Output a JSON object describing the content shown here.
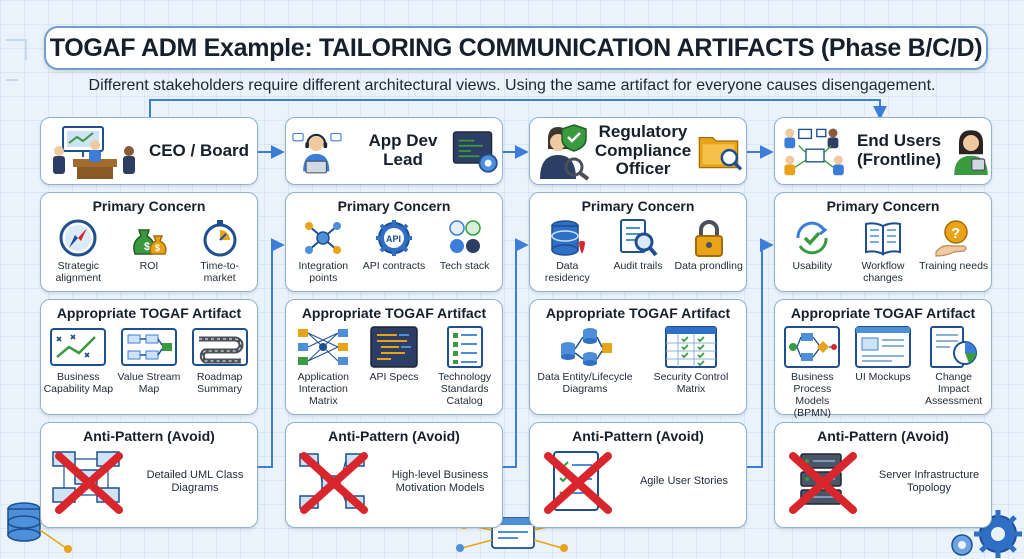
{
  "title": "TOGAF ADM Example: TAILORING COMMUNICATION ARTIFACTS (Phase B/C/D)",
  "subtitle": "Different stakeholders require different architectural views. Using the same artifact for everyone causes disengagement.",
  "section_labels": {
    "concern": "Primary Concern",
    "artifact": "Appropriate TOGAF Artifact",
    "anti": "Anti-Pattern (Avoid)"
  },
  "columns": [
    {
      "stakeholder": "CEO / Board",
      "stakeholder_icon": "boardroom-meeting-icon",
      "concerns": [
        {
          "label": "Strategic alignment",
          "icon": "compass-icon"
        },
        {
          "label": "ROI",
          "icon": "money-bags-icon"
        },
        {
          "label": "Time-to-market",
          "icon": "stopwatch-icon"
        }
      ],
      "artifacts": [
        {
          "label": "Business Capability Map",
          "icon": "capability-map-icon"
        },
        {
          "label": "Value Stream Map",
          "icon": "value-stream-icon"
        },
        {
          "label": "Roadmap Summary",
          "icon": "roadmap-icon"
        }
      ],
      "anti_pattern": {
        "label": "Detailed UML Class Diagrams",
        "icon": "crossed-uml-icon"
      }
    },
    {
      "stakeholder": "App Dev Lead",
      "stakeholder_icon": "developer-headset-icon",
      "concerns": [
        {
          "label": "Integration points",
          "icon": "network-nodes-icon"
        },
        {
          "label": "API contracts",
          "icon": "api-gear-icon"
        },
        {
          "label": "Tech stack",
          "icon": "tech-stack-icon"
        }
      ],
      "artifacts": [
        {
          "label": "Application Interaction Matrix",
          "icon": "interaction-matrix-icon"
        },
        {
          "label": "API Specs",
          "icon": "code-window-icon"
        },
        {
          "label": "Technology Standards Catalog",
          "icon": "catalog-list-icon"
        }
      ],
      "anti_pattern": {
        "label": "High-level Business Motivation Models",
        "icon": "crossed-motivation-icon"
      }
    },
    {
      "stakeholder": "Regulatory Compliance Officer",
      "stakeholder_icon": "compliance-officer-icon",
      "concerns": [
        {
          "label": "Data residency",
          "icon": "database-pin-icon"
        },
        {
          "label": "Audit trails",
          "icon": "audit-magnifier-icon"
        },
        {
          "label": "Data prondling",
          "icon": "padlock-icon"
        }
      ],
      "artifacts": [
        {
          "label": "Data Entity/Lifecycle Diagrams",
          "icon": "data-lifecycle-icon"
        },
        {
          "label": "Security Control Matrix",
          "icon": "control-matrix-icon"
        }
      ],
      "anti_pattern": {
        "label": "Agile User Stories",
        "icon": "crossed-checklist-icon"
      }
    },
    {
      "stakeholder": "End Users (Frontline)",
      "stakeholder_icon": "frontline-users-icon",
      "concerns": [
        {
          "label": "Usability",
          "icon": "check-cycle-icon"
        },
        {
          "label": "Workflow changes",
          "icon": "open-book-icon"
        },
        {
          "label": "Training needs",
          "icon": "hand-question-icon"
        }
      ],
      "artifacts": [
        {
          "label": "Business Process Models (BPMN)",
          "icon": "bpmn-flow-icon"
        },
        {
          "label": "UI Mockups",
          "icon": "ui-mockup-icon"
        },
        {
          "label": "Change Impact Assessment",
          "icon": "change-impact-icon"
        }
      ],
      "anti_pattern": {
        "label": "Server Infrastructure Topology",
        "icon": "crossed-server-icon"
      }
    }
  ],
  "colors": {
    "accent_blue": "#3b7dd8",
    "border_blue": "#8fb2d4",
    "cross_red": "#d9262c",
    "money_green": "#3a9a3f",
    "gold": "#e8a317"
  }
}
